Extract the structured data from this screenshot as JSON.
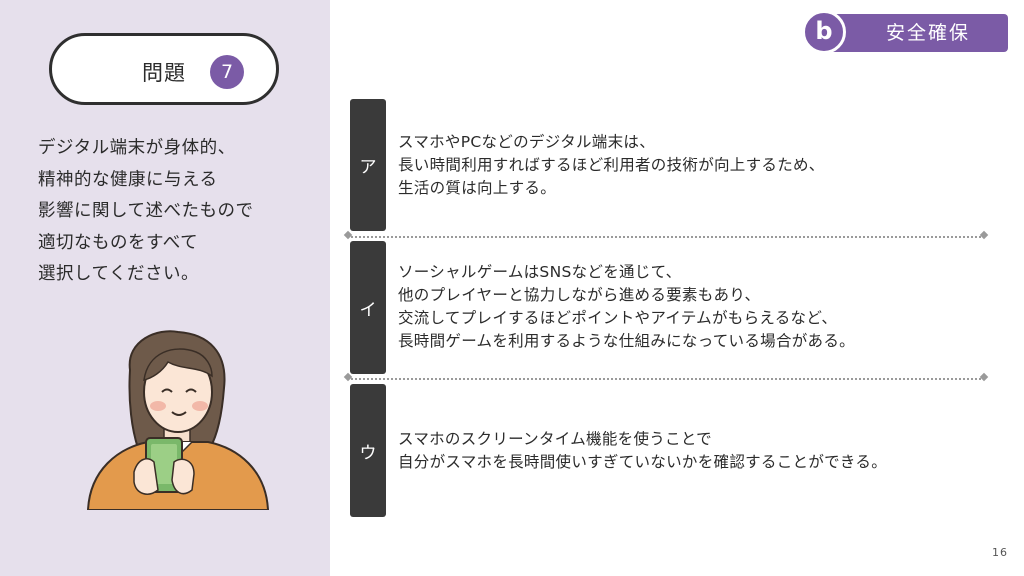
{
  "question": {
    "label": "問題",
    "number": "7",
    "lines": [
      "デジタル端末が身体的、",
      "精神的な健康に与える",
      "影響に関して述べたもので",
      "適切なものをすべて",
      "選択してください。"
    ]
  },
  "badge": {
    "letter": "b",
    "title": "安全確保"
  },
  "options": [
    {
      "letter": "ア",
      "lines": [
        "スマホやPCなどのデジタル端末は、",
        "長い時間利用すればするほど利用者の技術が向上するため、",
        "生活の質は向上する。"
      ]
    },
    {
      "letter": "イ",
      "lines": [
        "ソーシャルゲームはSNSなどを通じて、",
        "他のプレイヤーと協力しながら進める要素もあり、",
        "交流してプレイするほどポイントやアイテムがもらえるなど、",
        "長時間ゲームを利用するような仕組みになっている場合がある。"
      ]
    },
    {
      "letter": "ウ",
      "lines": [
        "スマホのスクリーンタイム機能を使うことで",
        "自分がスマホを長時間使いすぎていないかを確認することができる。"
      ]
    }
  ],
  "page_number": "16",
  "colors": {
    "accent_purple": "#7b5ba6",
    "left_panel_bg": "#e6e0ec",
    "option_tab_bg": "#3a3a3a"
  },
  "icons": {
    "illustration": "woman-holding-smartphone-illustration"
  }
}
